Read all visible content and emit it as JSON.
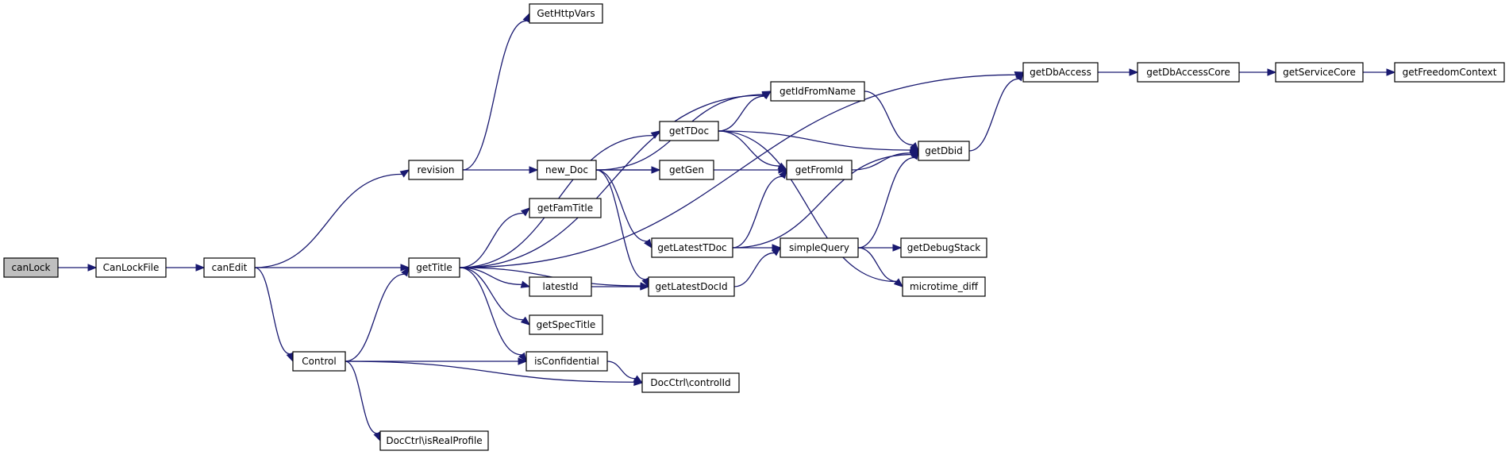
{
  "diagram": {
    "nodes": [
      {
        "id": "canLock",
        "label": "canLock",
        "root": true
      },
      {
        "id": "CanLockFile",
        "label": "CanLockFile"
      },
      {
        "id": "canEdit",
        "label": "canEdit"
      },
      {
        "id": "revision",
        "label": "revision"
      },
      {
        "id": "getTitle",
        "label": "getTitle"
      },
      {
        "id": "Control",
        "label": "Control"
      },
      {
        "id": "GetHttpVars",
        "label": "GetHttpVars"
      },
      {
        "id": "new_Doc",
        "label": "new_Doc"
      },
      {
        "id": "getFamTitle",
        "label": "getFamTitle"
      },
      {
        "id": "latestId",
        "label": "latestId"
      },
      {
        "id": "getSpecTitle",
        "label": "getSpecTitle"
      },
      {
        "id": "isConfidential",
        "label": "isConfidential"
      },
      {
        "id": "DocCtrl_isRealProfile",
        "label": "DocCtrl\\isRealProfile"
      },
      {
        "id": "getTDoc",
        "label": "getTDoc"
      },
      {
        "id": "getGen",
        "label": "getGen"
      },
      {
        "id": "getLatestTDoc",
        "label": "getLatestTDoc"
      },
      {
        "id": "getLatestDocId",
        "label": "getLatestDocId"
      },
      {
        "id": "DocCtrl_controlId",
        "label": "DocCtrl\\controlId"
      },
      {
        "id": "getIdFromName",
        "label": "getIdFromName"
      },
      {
        "id": "getFromId",
        "label": "getFromId"
      },
      {
        "id": "simpleQuery",
        "label": "simpleQuery"
      },
      {
        "id": "getDbid",
        "label": "getDbid"
      },
      {
        "id": "getDebugStack",
        "label": "getDebugStack"
      },
      {
        "id": "microtime_diff",
        "label": "microtime_diff"
      },
      {
        "id": "getDbAccess",
        "label": "getDbAccess"
      },
      {
        "id": "getDbAccessCore",
        "label": "getDbAccessCore"
      },
      {
        "id": "getServiceCore",
        "label": "getServiceCore"
      },
      {
        "id": "getFreedomContext",
        "label": "getFreedomContext"
      }
    ],
    "edges": [
      {
        "from": "canLock",
        "to": "CanLockFile"
      },
      {
        "from": "CanLockFile",
        "to": "canEdit"
      },
      {
        "from": "canEdit",
        "to": "revision"
      },
      {
        "from": "canEdit",
        "to": "getTitle"
      },
      {
        "from": "canEdit",
        "to": "Control"
      },
      {
        "from": "revision",
        "to": "GetHttpVars"
      },
      {
        "from": "revision",
        "to": "new_Doc"
      },
      {
        "from": "getTitle",
        "to": "getDbAccess"
      },
      {
        "from": "getTitle",
        "to": "getIdFromName"
      },
      {
        "from": "getTitle",
        "to": "getTDoc"
      },
      {
        "from": "getTitle",
        "to": "getFamTitle"
      },
      {
        "from": "getTitle",
        "to": "getLatestDocId"
      },
      {
        "from": "getTitle",
        "to": "latestId"
      },
      {
        "from": "getTitle",
        "to": "getSpecTitle"
      },
      {
        "from": "getTitle",
        "to": "isConfidential"
      },
      {
        "from": "Control",
        "to": "getTitle"
      },
      {
        "from": "Control",
        "to": "isConfidential"
      },
      {
        "from": "Control",
        "to": "DocCtrl_controlId"
      },
      {
        "from": "Control",
        "to": "DocCtrl_isRealProfile"
      },
      {
        "from": "new_Doc",
        "to": "getIdFromName"
      },
      {
        "from": "new_Doc",
        "to": "getGen"
      },
      {
        "from": "new_Doc",
        "to": "getFromId"
      },
      {
        "from": "new_Doc",
        "to": "getLatestTDoc"
      },
      {
        "from": "new_Doc",
        "to": "getLatestDocId"
      },
      {
        "from": "getTDoc",
        "to": "getIdFromName"
      },
      {
        "from": "getTDoc",
        "to": "getFromId"
      },
      {
        "from": "getTDoc",
        "to": "getDbid"
      },
      {
        "from": "getTDoc",
        "to": "microtime_diff"
      },
      {
        "from": "latestId",
        "to": "getLatestDocId"
      },
      {
        "from": "isConfidential",
        "to": "DocCtrl_controlId"
      },
      {
        "from": "getLatestTDoc",
        "to": "getFromId"
      },
      {
        "from": "getLatestTDoc",
        "to": "getDbid"
      },
      {
        "from": "getLatestTDoc",
        "to": "simpleQuery"
      },
      {
        "from": "getLatestDocId",
        "to": "simpleQuery"
      },
      {
        "from": "getIdFromName",
        "to": "getDbid"
      },
      {
        "from": "getFromId",
        "to": "getDbid"
      },
      {
        "from": "simpleQuery",
        "to": "getDbid"
      },
      {
        "from": "simpleQuery",
        "to": "getDebugStack"
      },
      {
        "from": "simpleQuery",
        "to": "microtime_diff"
      },
      {
        "from": "getDbid",
        "to": "getDbAccess"
      },
      {
        "from": "getDbAccess",
        "to": "getDbAccessCore"
      },
      {
        "from": "getDbAccessCore",
        "to": "getServiceCore"
      },
      {
        "from": "getServiceCore",
        "to": "getFreedomContext"
      }
    ],
    "colors": {
      "edge": "#191970",
      "root_fill": "#bfbfbf",
      "node_fill": "#ffffff",
      "node_border": "#000000"
    }
  }
}
